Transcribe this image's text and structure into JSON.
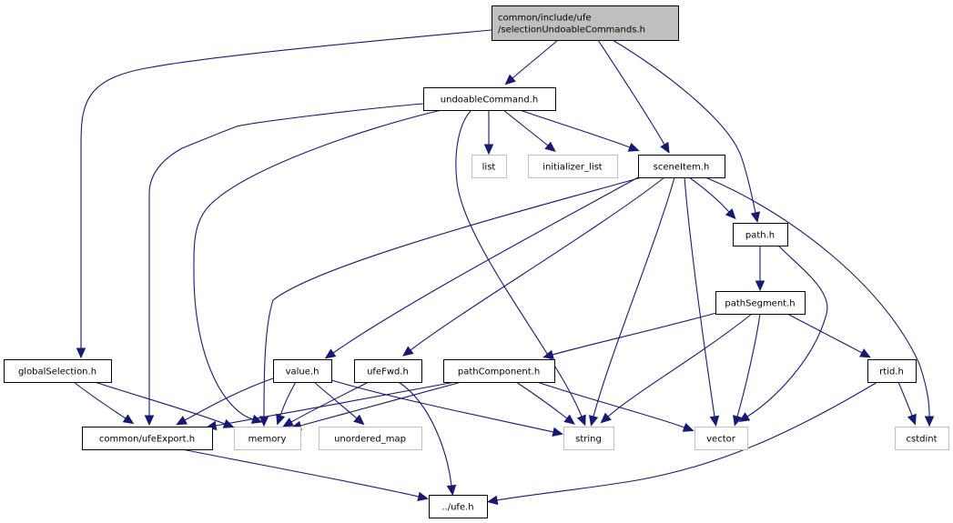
{
  "diagram": {
    "type": "include-dependency-graph",
    "colors": {
      "edge": "#191970",
      "root_fill": "#bfbfbf",
      "normal_border": "#000000",
      "external_border": "#bfbfbf"
    },
    "nodes": [
      {
        "id": "root",
        "kind": "root",
        "lines": [
          "common/include/ufe",
          "/selectionUndoableCommands.h"
        ]
      },
      {
        "id": "undoableCommand",
        "kind": "normal",
        "lines": [
          "undoableCommand.h"
        ]
      },
      {
        "id": "list",
        "kind": "external",
        "lines": [
          "list"
        ]
      },
      {
        "id": "initializer_list",
        "kind": "external",
        "lines": [
          "initializer_list"
        ]
      },
      {
        "id": "sceneItem",
        "kind": "normal",
        "lines": [
          "sceneItem.h"
        ]
      },
      {
        "id": "path",
        "kind": "normal",
        "lines": [
          "path.h"
        ]
      },
      {
        "id": "pathSegment",
        "kind": "normal",
        "lines": [
          "pathSegment.h"
        ]
      },
      {
        "id": "globalSelection",
        "kind": "normal",
        "lines": [
          "globalSelection.h"
        ]
      },
      {
        "id": "value",
        "kind": "normal",
        "lines": [
          "value.h"
        ]
      },
      {
        "id": "ufeFwd",
        "kind": "normal",
        "lines": [
          "ufeFwd.h"
        ]
      },
      {
        "id": "pathComponent",
        "kind": "normal",
        "lines": [
          "pathComponent.h"
        ]
      },
      {
        "id": "rtid",
        "kind": "normal",
        "lines": [
          "rtid.h"
        ]
      },
      {
        "id": "ufeExport",
        "kind": "normal",
        "lines": [
          "common/ufeExport.h"
        ]
      },
      {
        "id": "memory",
        "kind": "external",
        "lines": [
          "memory"
        ]
      },
      {
        "id": "unordered_map",
        "kind": "external",
        "lines": [
          "unordered_map"
        ]
      },
      {
        "id": "string",
        "kind": "external",
        "lines": [
          "string"
        ]
      },
      {
        "id": "vector",
        "kind": "external",
        "lines": [
          "vector"
        ]
      },
      {
        "id": "cstdint",
        "kind": "external",
        "lines": [
          "cstdint"
        ]
      },
      {
        "id": "ufe",
        "kind": "normal",
        "lines": [
          "../ufe.h"
        ]
      }
    ],
    "edges": [
      {
        "from": "root",
        "to": "undoableCommand"
      },
      {
        "from": "root",
        "to": "sceneItem"
      },
      {
        "from": "root",
        "to": "path"
      },
      {
        "from": "root",
        "to": "globalSelection"
      },
      {
        "from": "undoableCommand",
        "to": "list"
      },
      {
        "from": "undoableCommand",
        "to": "initializer_list"
      },
      {
        "from": "undoableCommand",
        "to": "sceneItem"
      },
      {
        "from": "undoableCommand",
        "to": "ufeExport"
      },
      {
        "from": "undoableCommand",
        "to": "memory"
      },
      {
        "from": "undoableCommand",
        "to": "string"
      },
      {
        "from": "sceneItem",
        "to": "path"
      },
      {
        "from": "sceneItem",
        "to": "value"
      },
      {
        "from": "sceneItem",
        "to": "ufeFwd"
      },
      {
        "from": "sceneItem",
        "to": "memory"
      },
      {
        "from": "sceneItem",
        "to": "string"
      },
      {
        "from": "sceneItem",
        "to": "vector"
      },
      {
        "from": "sceneItem",
        "to": "cstdint"
      },
      {
        "from": "path",
        "to": "pathSegment"
      },
      {
        "from": "path",
        "to": "vector"
      },
      {
        "from": "pathSegment",
        "to": "pathComponent"
      },
      {
        "from": "pathSegment",
        "to": "string"
      },
      {
        "from": "pathSegment",
        "to": "vector"
      },
      {
        "from": "pathSegment",
        "to": "rtid"
      },
      {
        "from": "globalSelection",
        "to": "ufeExport"
      },
      {
        "from": "globalSelection",
        "to": "memory"
      },
      {
        "from": "value",
        "to": "ufeExport"
      },
      {
        "from": "value",
        "to": "memory"
      },
      {
        "from": "value",
        "to": "unordered_map"
      },
      {
        "from": "value",
        "to": "string"
      },
      {
        "from": "ufeFwd",
        "to": "memory"
      },
      {
        "from": "ufeFwd",
        "to": "ufe"
      },
      {
        "from": "pathComponent",
        "to": "ufeExport"
      },
      {
        "from": "pathComponent",
        "to": "memory"
      },
      {
        "from": "pathComponent",
        "to": "string"
      },
      {
        "from": "pathComponent",
        "to": "vector"
      },
      {
        "from": "rtid",
        "to": "cstdint"
      },
      {
        "from": "rtid",
        "to": "ufe"
      },
      {
        "from": "ufeExport",
        "to": "ufe"
      }
    ]
  }
}
